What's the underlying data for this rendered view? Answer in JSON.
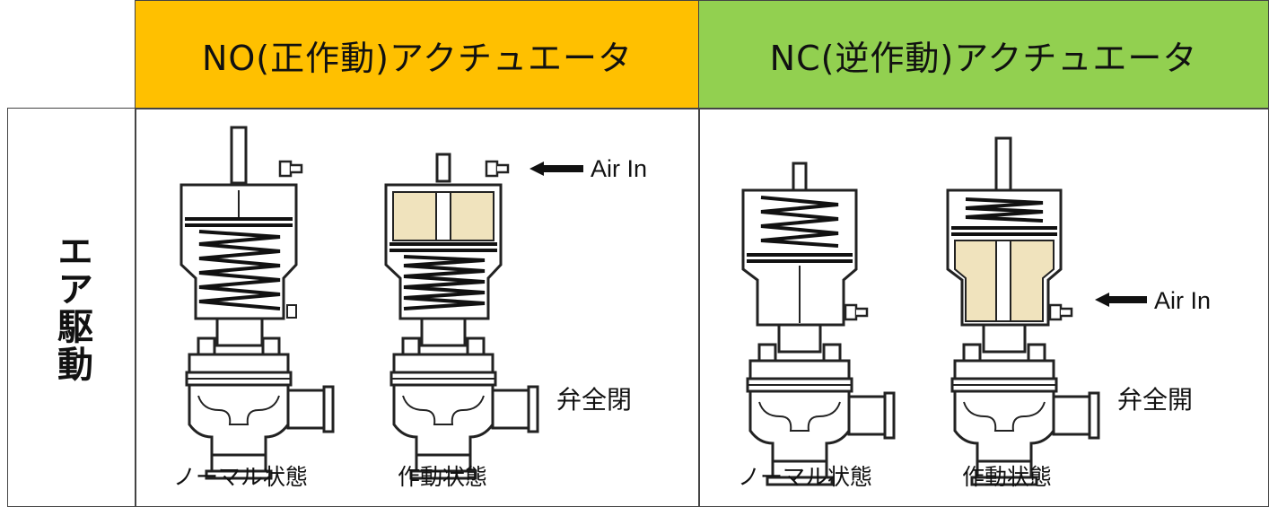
{
  "header": {
    "no_title": "NO(正作動)アクチュエータ",
    "nc_title": "NC(逆作動)アクチュエータ",
    "no_color": "#ffc000",
    "nc_color": "#92d050"
  },
  "row_label": "エア駆動",
  "no_panel": {
    "air_in": "Air In",
    "valve_state": "弁全閉",
    "normal_caption": "ノーマル状態",
    "actuated_caption": "作動状態"
  },
  "nc_panel": {
    "air_in": "Air In",
    "valve_state": "弁全開",
    "normal_caption": "ノーマル状態",
    "actuated_caption": "作動状態"
  },
  "colors": {
    "air_fill": "#f0e3bd",
    "line": "#222222"
  }
}
